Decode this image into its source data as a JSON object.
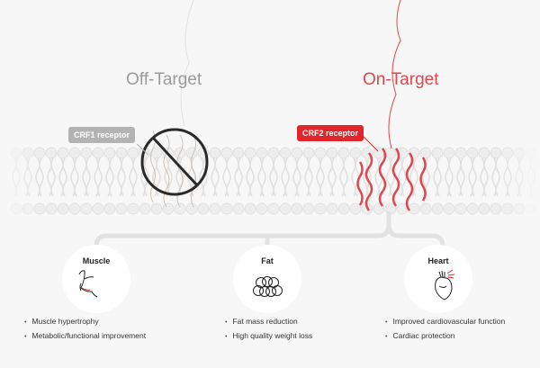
{
  "off_target": {
    "title": "Off-Target",
    "receptor_label": "CRF1 receptor"
  },
  "on_target": {
    "title": "On-Target",
    "receptor_label": "CRF2 receptor"
  },
  "outcomes": [
    {
      "title": "Muscle",
      "icon": "muscle-icon",
      "bullets": [
        "Muscle hypertrophy",
        "Metabolic/functional improvement"
      ]
    },
    {
      "title": "Fat",
      "icon": "fat-cells-icon",
      "bullets": [
        "Fat mass reduction",
        "High quality weight loss"
      ]
    },
    {
      "title": "Heart",
      "icon": "heart-icon",
      "bullets": [
        "Improved cardiovascular function",
        "Cardiac protection"
      ]
    }
  ],
  "colors": {
    "accent": "#e0262b",
    "gray_label": "#b3b3b3",
    "off_title": "#9a9a9a",
    "on_title": "#e0474c"
  }
}
